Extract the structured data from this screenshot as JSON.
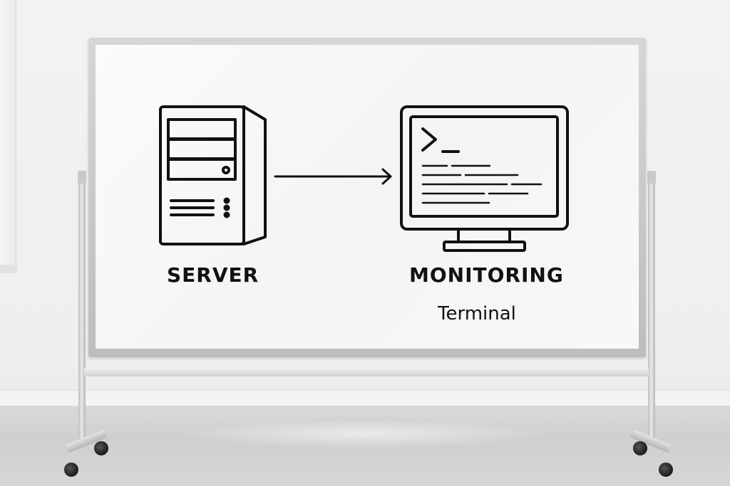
{
  "whiteboard": {
    "server_label": "SERVER",
    "monitoring_label": "MONITORING",
    "terminal_label": "Terminal",
    "terminal_prompt": ">_"
  },
  "icons": {
    "server": "server-tower-icon",
    "arrow": "right-arrow-icon",
    "monitor": "terminal-monitor-icon"
  },
  "colors": {
    "ink": "#111111",
    "board": "#f7f7f7",
    "frame": "#c4c4c4"
  }
}
